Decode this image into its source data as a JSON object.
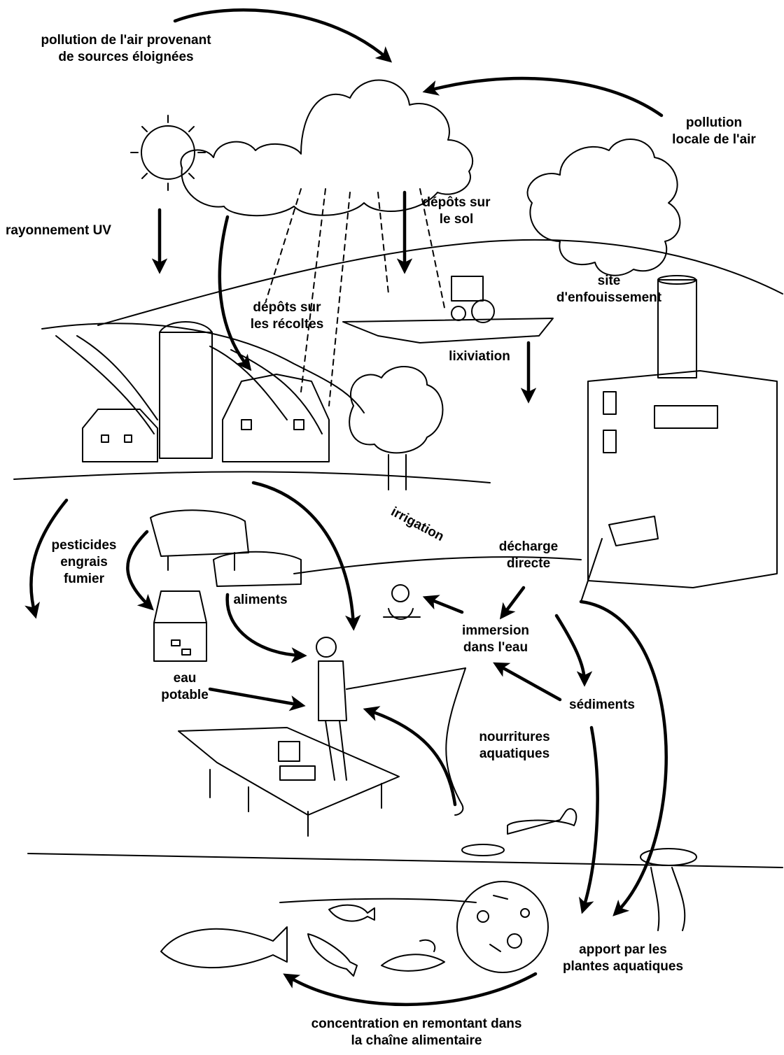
{
  "labels": {
    "air_far": [
      "pollution de l'air provenant",
      "de sources éloignées"
    ],
    "air_local": [
      "pollution",
      "locale de l'air"
    ],
    "uv": "rayonnement UV",
    "soil": [
      "dépôts sur",
      "le sol"
    ],
    "landfill": [
      "site",
      "d'enfouissement"
    ],
    "crops": [
      "dépôts sur",
      "les récoltes"
    ],
    "leaching": "lixiviation",
    "irrigation": "irrigation",
    "pesticides": [
      "pesticides",
      "engrais",
      "fumier"
    ],
    "discharge": [
      "décharge",
      "directe"
    ],
    "food": "aliments",
    "immersion": [
      "immersion",
      "dans l'eau"
    ],
    "water": [
      "eau",
      "potable"
    ],
    "sediments": "sédiments",
    "aquatic_food": [
      "nourritures",
      "aquatiques"
    ],
    "plants": [
      "apport par les",
      "plantes aquatiques"
    ],
    "foodchain": [
      "concentration en remontant dans",
      "la chaîne alimentaire"
    ]
  },
  "colors": {
    "ink": "#000000",
    "paper": "#ffffff"
  }
}
